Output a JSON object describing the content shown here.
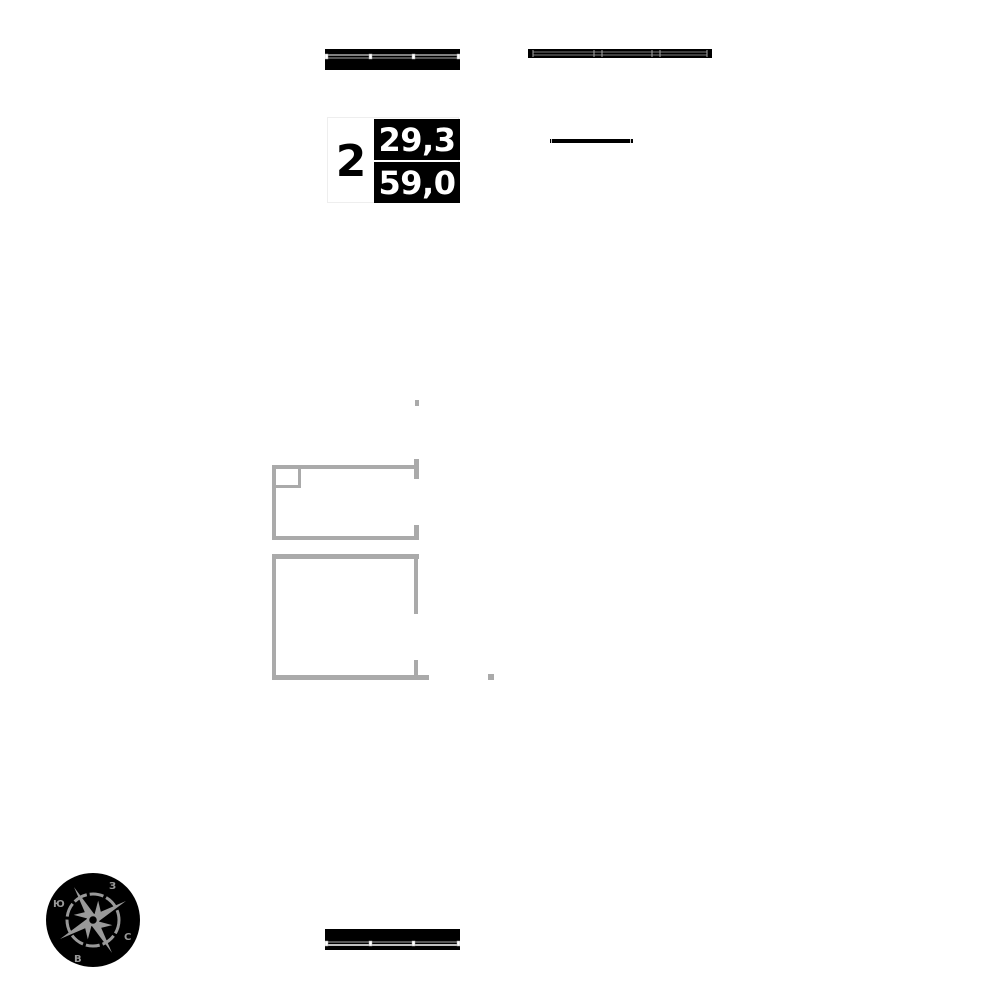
{
  "apartment": {
    "rooms": "2",
    "living_area": "29,3",
    "total_area": "59,0"
  },
  "compass": {
    "north": "С",
    "south": "Ю",
    "east": "В",
    "west": "З"
  },
  "colors": {
    "wall": "#000000",
    "plan_outline": "#aaaaaa",
    "compass_bg": "#000000",
    "compass_fg": "#999999"
  }
}
